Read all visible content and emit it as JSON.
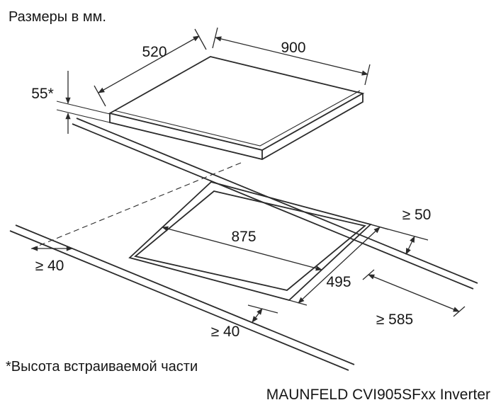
{
  "title": "Размеры в мм.",
  "footnote": "*Высота встраиваемой части",
  "model": "MAUNFELD CVI905SFxx Inverter",
  "dimensions": {
    "cooktop_depth": "520",
    "cooktop_width": "900",
    "built_in_height": "55*",
    "cutout_width": "875",
    "cutout_depth": "495",
    "rear_clearance": "≥ 50",
    "left_clearance": "≥ 40",
    "counter_depth": "≥ 585",
    "front_clearance": "≥ 40"
  },
  "colors": {
    "ink": "#2b2b2b",
    "text": "#161616",
    "background": "#ffffff"
  }
}
